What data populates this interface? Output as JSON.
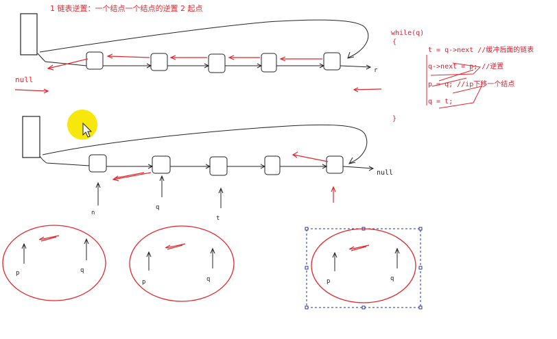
{
  "title": "1 链表逆置：一个结点一个结点的逆置  2 起点",
  "labels": {
    "null_top_left": "null",
    "null_bottom_right": "null",
    "top_right_cut": "r",
    "p_label": "n",
    "q_label": "q",
    "t_label": "t",
    "circle1_p": "p",
    "circle1_q": "q",
    "circle2_p": "p",
    "circle2_q": "q",
    "circle3_p": "p",
    "circle3_q": "q"
  },
  "code": {
    "line1": "while(q)",
    "line2": "{",
    "line3": "t = q->next //缓冲后面的链表",
    "line4": "q->next = p;     //逆置",
    "line5": "p = q; //ip下移一个结点",
    "line6": "q = t;",
    "line7": "}"
  },
  "colors": {
    "annotation": "#e0282e",
    "ink": "#222222",
    "selection": "#2030a0",
    "cursor": "#f5e600"
  }
}
